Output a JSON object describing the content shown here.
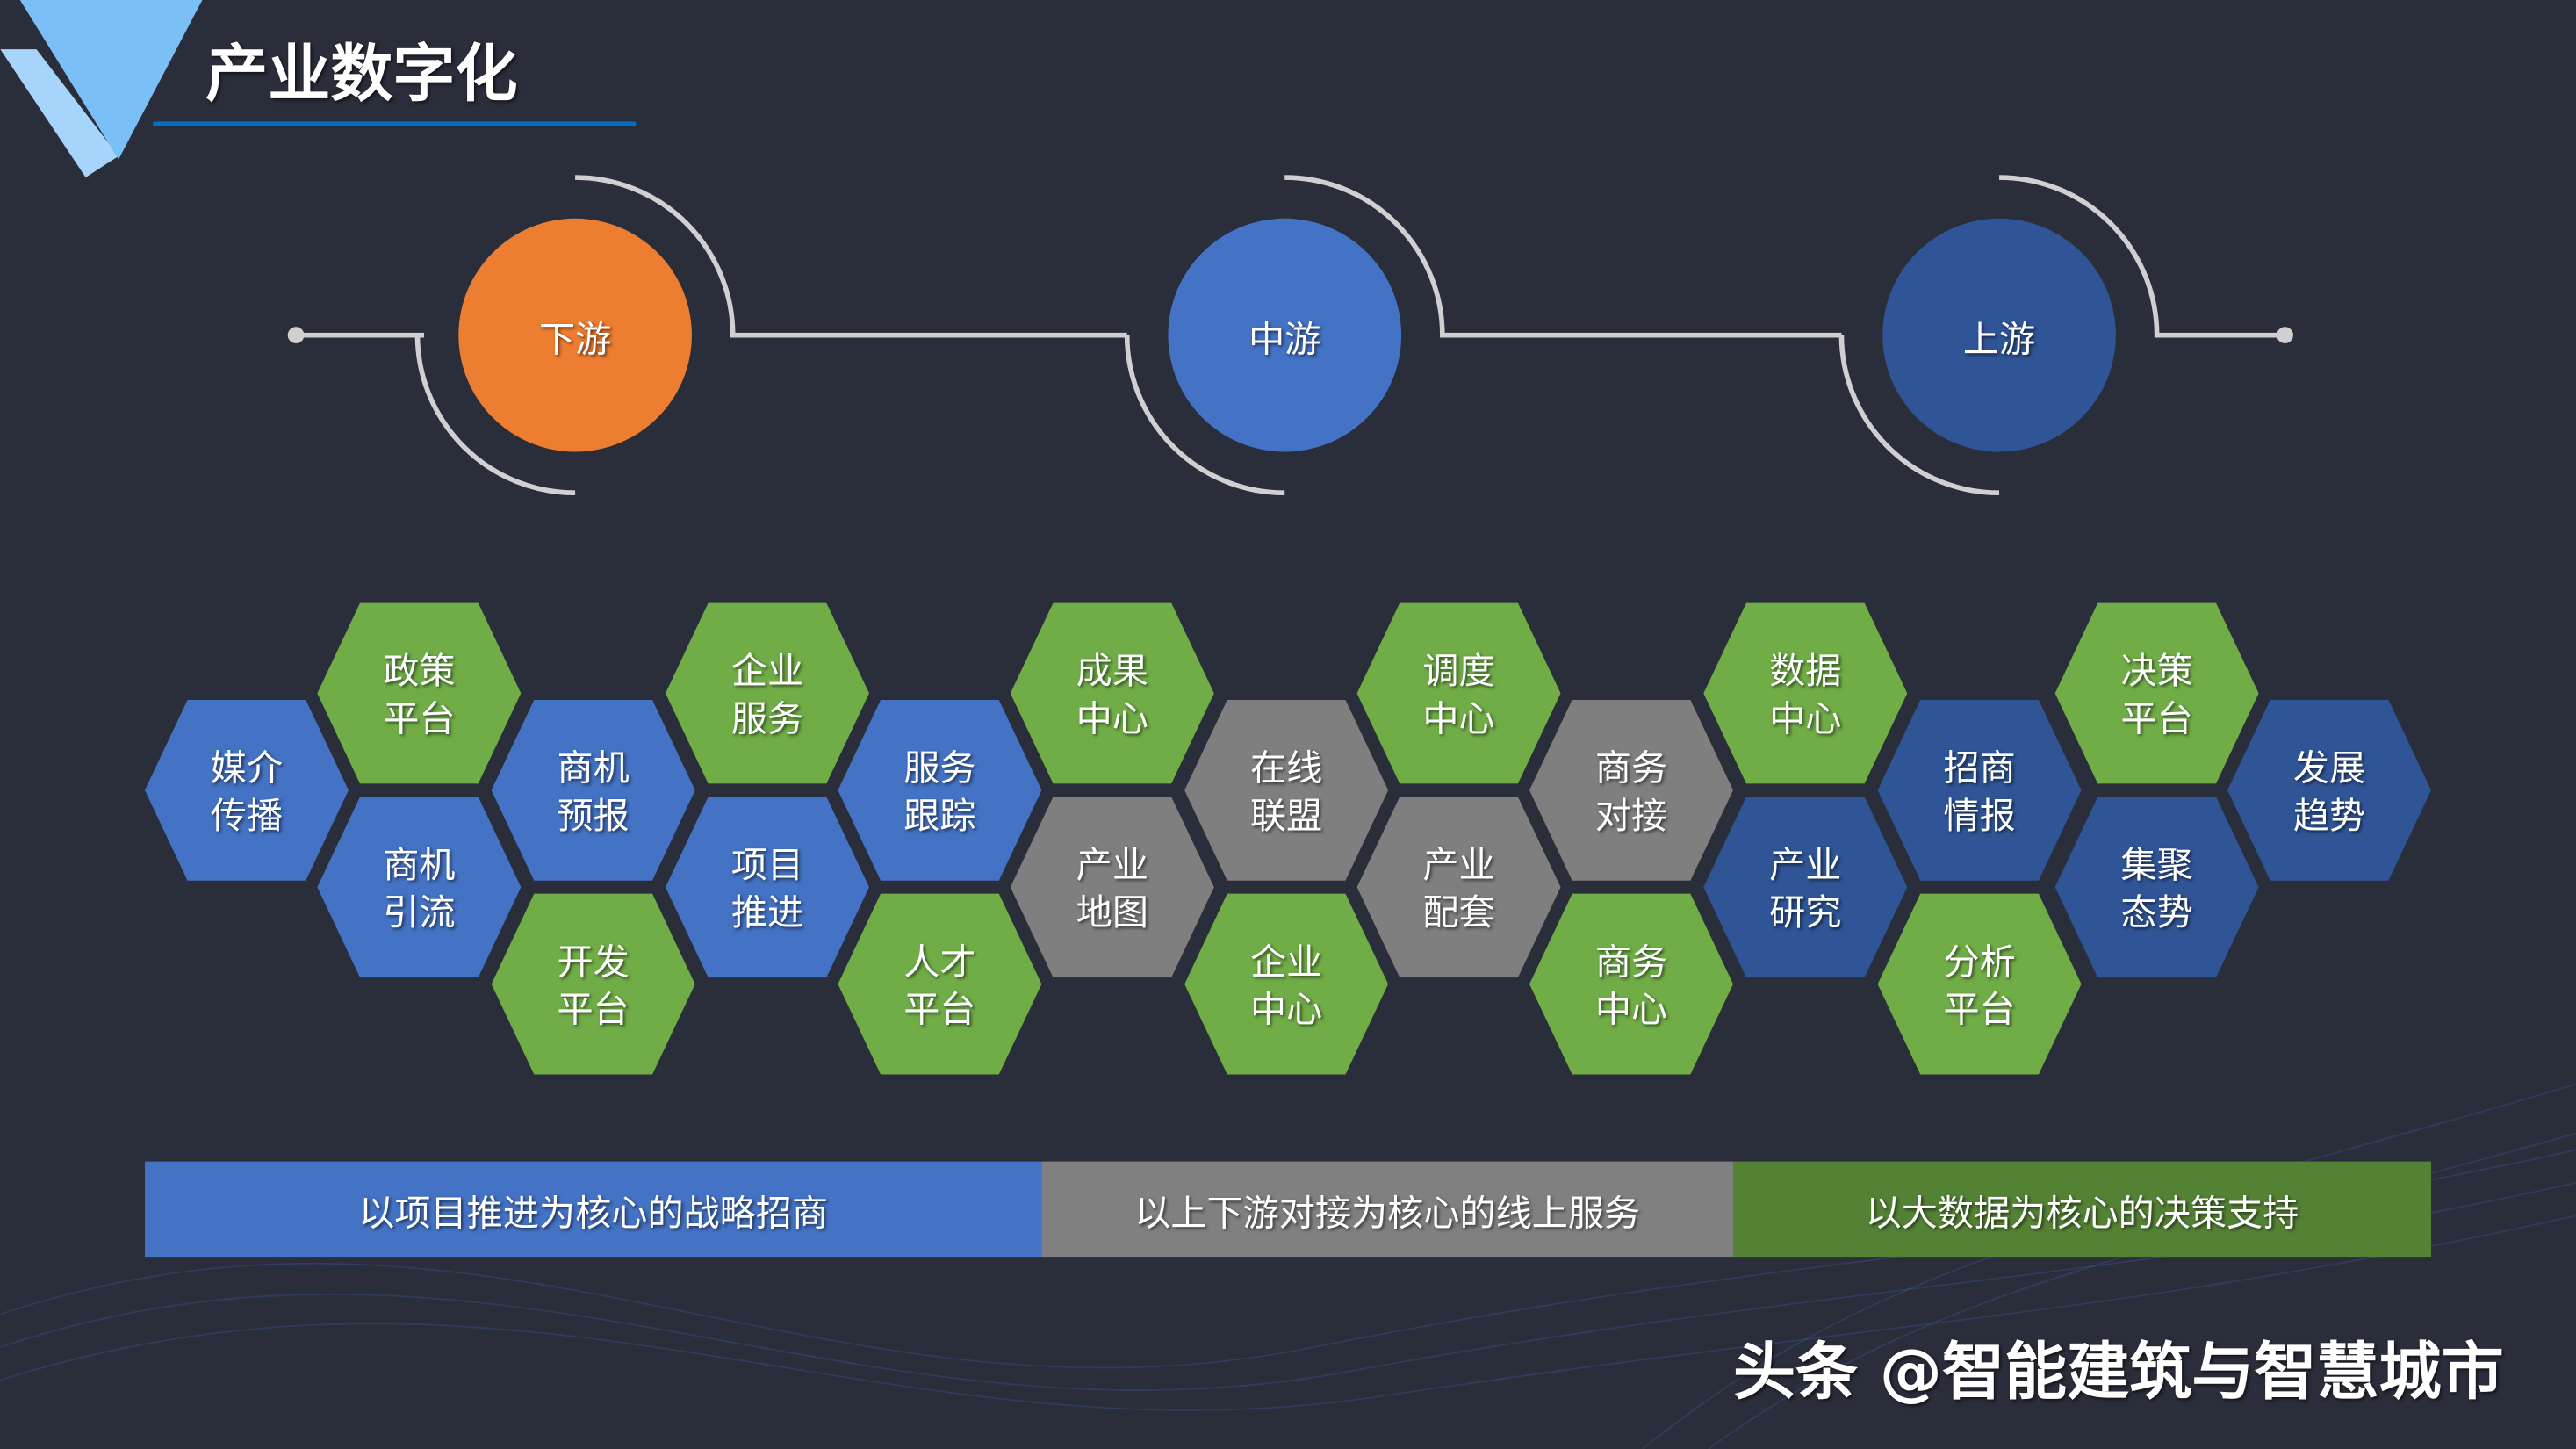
{
  "title": "产业数字化",
  "stages": [
    {
      "label": "下游",
      "color": "#ed7d31"
    },
    {
      "label": "中游",
      "color": "#4472c4"
    },
    {
      "label": "上游",
      "color": "#2f5597"
    }
  ],
  "colors": {
    "background": "#2a2d3a",
    "blue": "#4472c4",
    "dark_blue": "#2f5597",
    "green": "#70ad47",
    "gray": "#7f7f7f",
    "line": "#d0d0d0",
    "title_underline": "#0070c0"
  },
  "hexagons": [
    {
      "lines": [
        "媒介",
        "传播"
      ],
      "color": "blue"
    },
    {
      "lines": [
        "政策",
        "平台"
      ],
      "color": "green"
    },
    {
      "lines": [
        "商机",
        "引流"
      ],
      "color": "blue"
    },
    {
      "lines": [
        "商机",
        "预报"
      ],
      "color": "blue"
    },
    {
      "lines": [
        "开发",
        "平台"
      ],
      "color": "green"
    },
    {
      "lines": [
        "企业",
        "服务"
      ],
      "color": "green"
    },
    {
      "lines": [
        "项目",
        "推进"
      ],
      "color": "blue"
    },
    {
      "lines": [
        "服务",
        "跟踪"
      ],
      "color": "blue"
    },
    {
      "lines": [
        "人才",
        "平台"
      ],
      "color": "green"
    },
    {
      "lines": [
        "成果",
        "中心"
      ],
      "color": "green"
    },
    {
      "lines": [
        "产业",
        "地图"
      ],
      "color": "gray"
    },
    {
      "lines": [
        "在线",
        "联盟"
      ],
      "color": "gray"
    },
    {
      "lines": [
        "企业",
        "中心"
      ],
      "color": "green"
    },
    {
      "lines": [
        "调度",
        "中心"
      ],
      "color": "green"
    },
    {
      "lines": [
        "产业",
        "配套"
      ],
      "color": "gray"
    },
    {
      "lines": [
        "商务",
        "对接"
      ],
      "color": "gray"
    },
    {
      "lines": [
        "商务",
        "中心"
      ],
      "color": "green"
    },
    {
      "lines": [
        "数据",
        "中心"
      ],
      "color": "green"
    },
    {
      "lines": [
        "产业",
        "研究"
      ],
      "color": "dark_blue"
    },
    {
      "lines": [
        "招商",
        "情报"
      ],
      "color": "dark_blue"
    },
    {
      "lines": [
        "分析",
        "平台"
      ],
      "color": "green"
    },
    {
      "lines": [
        "决策",
        "平台"
      ],
      "color": "green"
    },
    {
      "lines": [
        "集聚",
        "态势"
      ],
      "color": "dark_blue"
    },
    {
      "lines": [
        "发展",
        "趋势"
      ],
      "color": "dark_blue"
    }
  ],
  "bars": [
    {
      "label": "以项目推进为核心的战略招商",
      "color": "#4472c4"
    },
    {
      "label": "以上下游对接为核心的线上服务",
      "color": "#808080"
    },
    {
      "label": "以大数据为核心的决策支持",
      "color": "#548235"
    }
  ],
  "watermark": "头条 @智能建筑与智慧城市"
}
